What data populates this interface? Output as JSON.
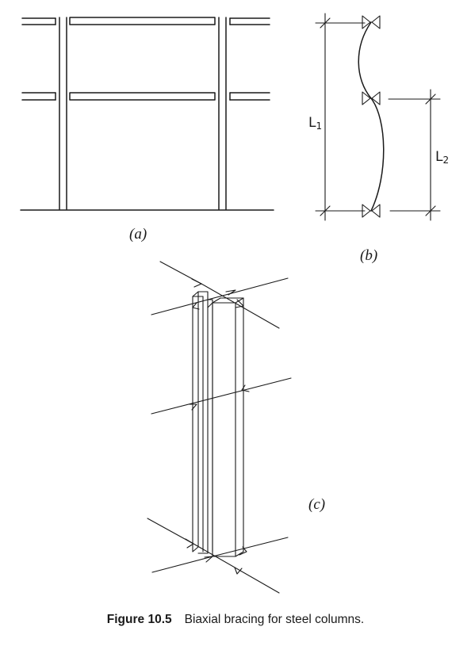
{
  "labels": {
    "a": "(a)",
    "b": "(b)",
    "c": "(c)",
    "L1": "L",
    "L1_sub": "1",
    "L2": "L",
    "L2_sub": "2"
  },
  "caption": {
    "number": "Figure 10.5",
    "text": "Biaxial bracing for steel columns."
  }
}
